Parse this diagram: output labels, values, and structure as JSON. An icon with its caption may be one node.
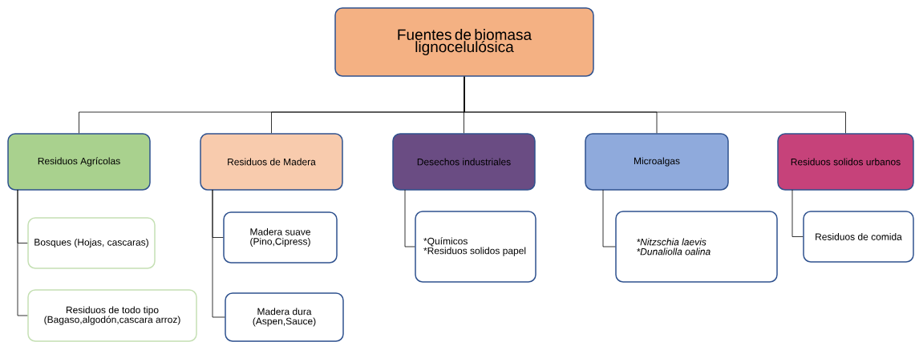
{
  "diagram": {
    "nodes": [
      {
        "text": [
          "Fuentes de biomasa lignocelulósica"
        ]
      },
      {
        "text": [
          "Residuos Agrícolas"
        ]
      },
      {
        "text": [
          "Residuos de Madera"
        ]
      },
      {
        "text": [
          "Desechos industriales"
        ]
      },
      {
        "text": [
          "Microalgas"
        ]
      },
      {
        "text": [
          "Residuos solidos urbanos"
        ]
      },
      {
        "text": [
          "Bosques (Hojas, cascaras)"
        ]
      },
      {
        "text": [
          "Residuos de todo tipo (Bagaso,algodón,cascara arroz)"
        ]
      },
      {
        "text": [
          "Madera suave (Pino,Cipress)"
        ]
      },
      {
        "text": [
          "Madera dura (Aspen,Sauce)"
        ]
      },
      {
        "text": [
          "*Químicos",
          "*Residuos solidos papel"
        ]
      },
      {
        "text": [
          "*Nitzschia laevis",
          "*Dunaliolla oalina"
        ]
      },
      {
        "text": [
          "Residuos de comida"
        ]
      }
    ],
    "edges": [
      {
        "from": 0,
        "to": 1,
        "arrow": "none"
      },
      {
        "from": 0,
        "to": 2,
        "arrow": "none"
      },
      {
        "from": 0,
        "to": 3,
        "arrow": "none"
      },
      {
        "from": 0,
        "to": 4,
        "arrow": "none"
      },
      {
        "from": 0,
        "to": 5,
        "arrow": "none"
      },
      {
        "from": 1,
        "to": 6,
        "arrow": "none"
      },
      {
        "from": 1,
        "to": 7,
        "arrow": "none"
      },
      {
        "from": 2,
        "to": 8,
        "arrow": "none"
      },
      {
        "from": 2,
        "to": 9,
        "arrow": "none"
      },
      {
        "from": 3,
        "to": 10,
        "arrow": "none"
      },
      {
        "from": 4,
        "to": 11,
        "arrow": "none"
      },
      {
        "from": 5,
        "to": 12,
        "arrow": "none"
      }
    ]
  }
}
